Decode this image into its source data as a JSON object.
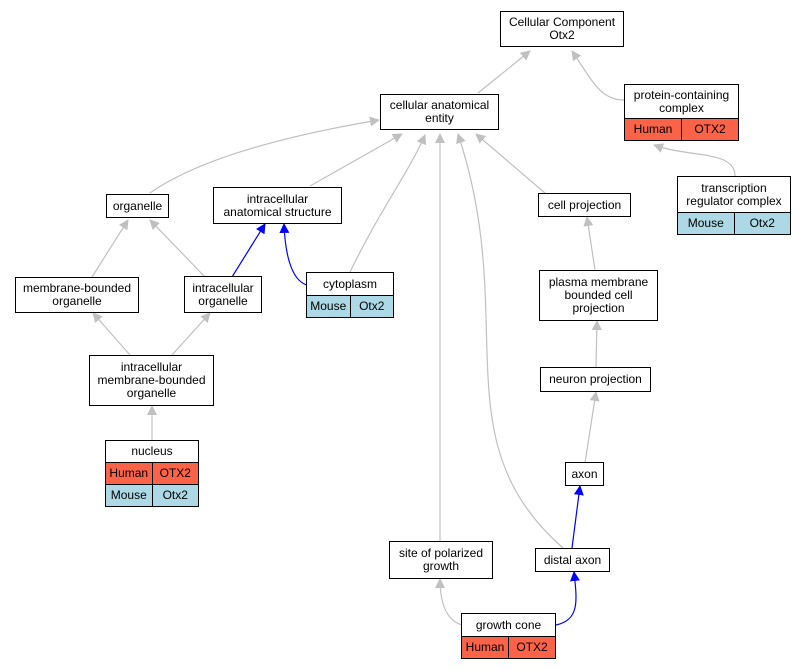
{
  "colors": {
    "human": "#fa6347",
    "mouse": "#add8e6",
    "edge_gray": "#c0c0c0",
    "edge_blue": "#0000ff"
  },
  "nodes": {
    "root": {
      "l1": "Cellular Component",
      "l2": "Otx2"
    },
    "cae": {
      "l1": "cellular anatomical",
      "l2": "entity"
    },
    "pcc": {
      "l1": "protein-containing",
      "l2": "complex",
      "r1a": "Human",
      "r1b": "OTX2"
    },
    "trc": {
      "l1": "transcription",
      "l2": "regulator complex",
      "r1a": "Mouse",
      "r1b": "Otx2"
    },
    "organelle": {
      "l1": "organelle"
    },
    "ias": {
      "l1": "intracellular",
      "l2": "anatomical structure"
    },
    "cellproj": {
      "l1": "cell projection"
    },
    "mbo": {
      "l1": "membrane-bounded",
      "l2": "organelle"
    },
    "io": {
      "l1": "intracellular",
      "l2": "organelle"
    },
    "cyto": {
      "l1": "cytoplasm",
      "r1a": "Mouse",
      "r1b": "Otx2"
    },
    "pmbcp": {
      "l1": "plasma membrane",
      "l2": "bounded cell",
      "l3": "projection"
    },
    "imbo": {
      "l1": "intracellular",
      "l2": "membrane-bounded",
      "l3": "organelle"
    },
    "neuroproj": {
      "l1": "neuron projection"
    },
    "nucleus": {
      "l1": "nucleus",
      "r1a": "Human",
      "r1b": "OTX2",
      "r2a": "Mouse",
      "r2b": "Otx2"
    },
    "axon": {
      "l1": "axon"
    },
    "sopg": {
      "l1": "site of polarized",
      "l2": "growth"
    },
    "distal": {
      "l1": "distal axon"
    },
    "gc": {
      "l1": "growth cone",
      "r1a": "Human",
      "r1b": "OTX2"
    }
  }
}
